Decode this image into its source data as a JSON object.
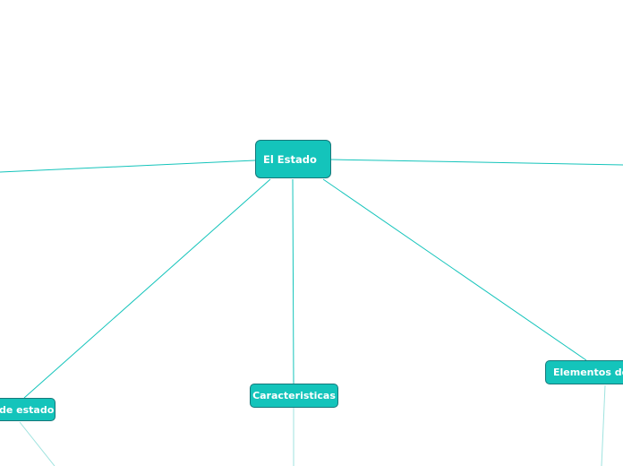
{
  "colors": {
    "node_fill": "#14c4bb",
    "node_border": "#17787a",
    "link": "#14c4bb",
    "link_faint": "#9fe3df",
    "text": "#ffffff"
  },
  "root": {
    "label": "El Estado"
  },
  "children": [
    {
      "label": "de estado"
    },
    {
      "label": "Caracteristicas"
    },
    {
      "label": "Elementos del"
    }
  ]
}
